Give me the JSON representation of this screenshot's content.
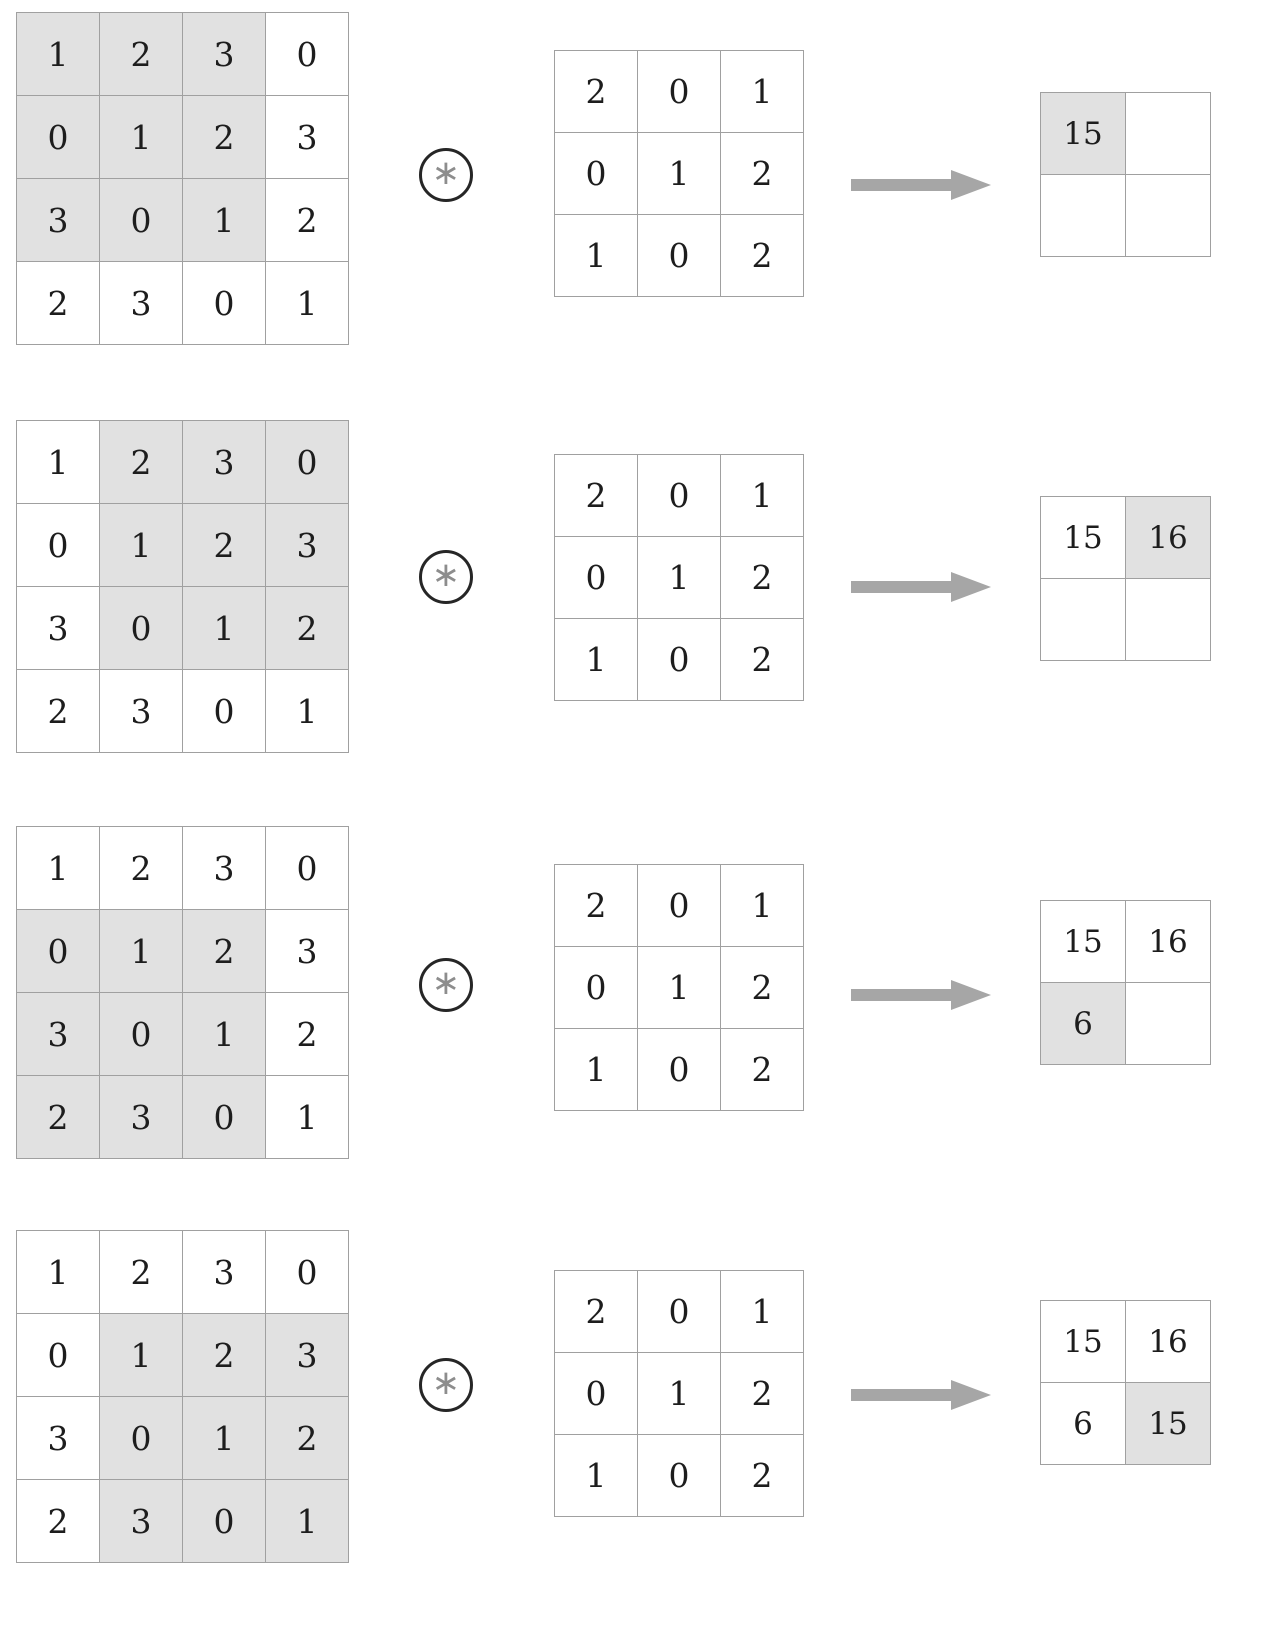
{
  "figure": {
    "type": "convolution-illustration",
    "description": "Four sequential steps of a 2D convolution: a 4x4 input matrix convolved with a 3x3 kernel yields a 2x2 output feature map.",
    "operator_symbol": "∗",
    "arrow_symbol": "→",
    "colors": {
      "highlight": "#e1e1e1",
      "cell_border": "#a0a0a0",
      "arrow": "#a6a6a6",
      "operator_circle": "#262626",
      "operator_glyph": "#8d8d8d",
      "text": "#1d1d1d",
      "background": "#ffffff"
    }
  },
  "input_matrix": {
    "rows": 4,
    "cols": 4,
    "values": [
      [
        "1",
        "2",
        "3",
        "0"
      ],
      [
        "0",
        "1",
        "2",
        "3"
      ],
      [
        "3",
        "0",
        "1",
        "2"
      ],
      [
        "2",
        "3",
        "0",
        "1"
      ]
    ]
  },
  "kernel_matrix": {
    "rows": 3,
    "cols": 3,
    "values": [
      [
        "2",
        "0",
        "1"
      ],
      [
        "0",
        "1",
        "2"
      ],
      [
        "1",
        "0",
        "2"
      ]
    ]
  },
  "output_matrix": {
    "rows": 2,
    "cols": 2,
    "values": [
      [
        "15",
        "16"
      ],
      [
        "6",
        "15"
      ]
    ]
  },
  "steps": [
    {
      "index": 1,
      "window_origin": {
        "row": 0,
        "col": 0
      },
      "input_highlight": [
        [
          true,
          true,
          true,
          false
        ],
        [
          true,
          true,
          true,
          false
        ],
        [
          true,
          true,
          true,
          false
        ],
        [
          false,
          false,
          false,
          false
        ]
      ],
      "kernel_highlight": [
        [
          false,
          false,
          false
        ],
        [
          false,
          false,
          false
        ],
        [
          false,
          false,
          false
        ]
      ],
      "output_cells": [
        [
          "15",
          ""
        ],
        [
          "",
          ""
        ]
      ],
      "output_highlight": [
        [
          true,
          false
        ],
        [
          false,
          false
        ]
      ],
      "result_value": "15"
    },
    {
      "index": 2,
      "window_origin": {
        "row": 0,
        "col": 1
      },
      "input_highlight": [
        [
          false,
          true,
          true,
          true
        ],
        [
          false,
          true,
          true,
          true
        ],
        [
          false,
          true,
          true,
          true
        ],
        [
          false,
          false,
          false,
          false
        ]
      ],
      "kernel_highlight": [
        [
          false,
          false,
          false
        ],
        [
          false,
          false,
          false
        ],
        [
          false,
          false,
          false
        ]
      ],
      "output_cells": [
        [
          "15",
          "16"
        ],
        [
          "",
          ""
        ]
      ],
      "output_highlight": [
        [
          false,
          true
        ],
        [
          false,
          false
        ]
      ],
      "result_value": "16"
    },
    {
      "index": 3,
      "window_origin": {
        "row": 1,
        "col": 0
      },
      "input_highlight": [
        [
          false,
          false,
          false,
          false
        ],
        [
          true,
          true,
          true,
          false
        ],
        [
          true,
          true,
          true,
          false
        ],
        [
          true,
          true,
          true,
          false
        ]
      ],
      "kernel_highlight": [
        [
          false,
          false,
          false
        ],
        [
          false,
          false,
          false
        ],
        [
          false,
          false,
          false
        ]
      ],
      "output_cells": [
        [
          "15",
          "16"
        ],
        [
          "6",
          ""
        ]
      ],
      "output_highlight": [
        [
          false,
          false
        ],
        [
          true,
          false
        ]
      ],
      "result_value": "6"
    },
    {
      "index": 4,
      "window_origin": {
        "row": 1,
        "col": 1
      },
      "input_highlight": [
        [
          false,
          false,
          false,
          false
        ],
        [
          false,
          true,
          true,
          true
        ],
        [
          false,
          true,
          true,
          true
        ],
        [
          false,
          true,
          true,
          true
        ]
      ],
      "kernel_highlight": [
        [
          false,
          false,
          false
        ],
        [
          false,
          false,
          false
        ],
        [
          false,
          false,
          false
        ]
      ],
      "output_cells": [
        [
          "15",
          "16"
        ],
        [
          "6",
          "15"
        ]
      ],
      "output_highlight": [
        [
          false,
          false
        ],
        [
          false,
          true
        ]
      ],
      "result_value": "15"
    }
  ],
  "layout": {
    "row_tops": [
      0,
      402,
      806,
      1208
    ],
    "input_top_offsets": [
      12,
      18,
      20,
      22
    ],
    "kernel_top_offsets": [
      50,
      52,
      58,
      62
    ],
    "operator_top_offsets": [
      148,
      550,
      958,
      1358
    ],
    "arrow_top_offsets": [
      168,
      570,
      978,
      1378
    ],
    "output_top_offsets": [
      92,
      496,
      900,
      1300
    ]
  }
}
